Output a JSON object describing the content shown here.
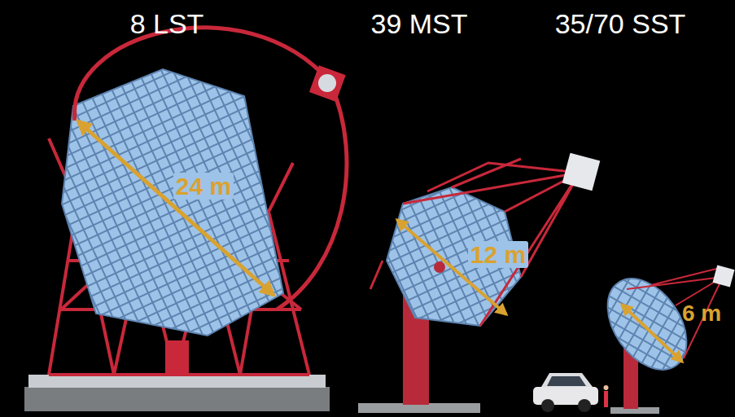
{
  "diagram": {
    "labels": [
      "8 LST",
      "39 MST",
      "35/70 SST",
      "24 m",
      "12 m",
      "6 m"
    ]
  }
}
